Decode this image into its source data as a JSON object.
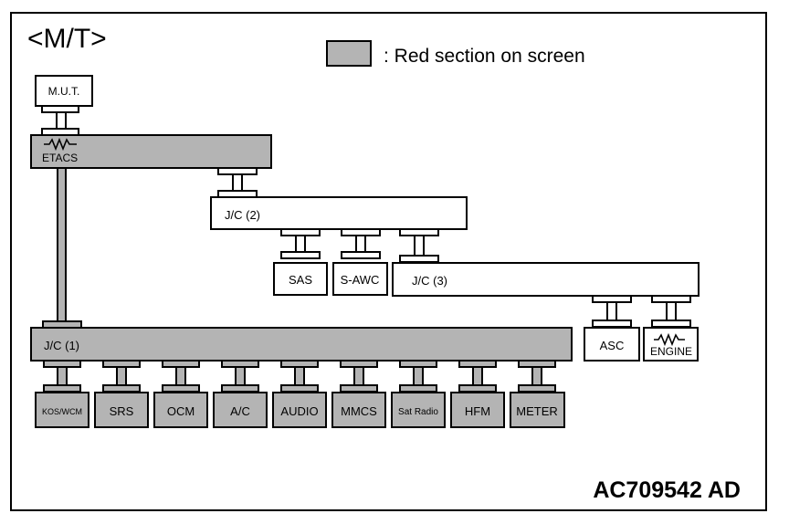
{
  "title": "<M/T>",
  "legend": {
    "label": ": Red section on screen",
    "swatch_color": "#b4b4b4"
  },
  "figure_id": "AC709542 AD",
  "colors": {
    "red_section": "#b4b4b4",
    "normal": "#ffffff",
    "line": "#000000"
  },
  "nodes": {
    "mut": "M.U.T.",
    "etacs": "ETACS",
    "jc2": "J/C (2)",
    "jc3": "J/C (3)",
    "jc1": "J/C (1)",
    "sas": "SAS",
    "sawc": "S-AWC",
    "asc": "ASC",
    "engine": "ENGINE",
    "kos_wcm": "KOS/WCM",
    "srs": "SRS",
    "ocm": "OCM",
    "ac": "A/C",
    "audio": "AUDIO",
    "mmcs": "MMCS",
    "sat_radio": "Sat Radio",
    "hfm": "HFM",
    "meter": "METER"
  },
  "icons": {
    "etacs": "resistor-icon",
    "engine": "resistor-icon"
  }
}
